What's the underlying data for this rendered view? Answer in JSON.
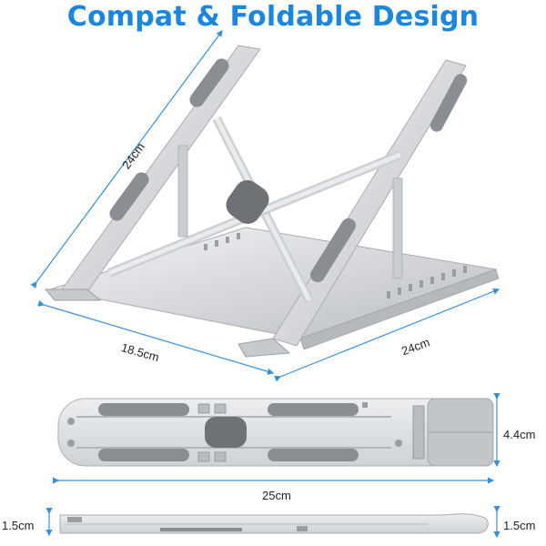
{
  "title": "Compat & Foldable Design",
  "dimensions": {
    "stand_left_arm": "24cm",
    "stand_base_depth": "18.5cm",
    "stand_right_arm": "24cm",
    "folded_height": "4.4cm",
    "folded_length": "25cm",
    "side_thickness_left": "1.5cm",
    "side_thickness_right": "1.5cm"
  },
  "colors": {
    "title": "#1a86e0",
    "dimension_line": "#3a8fd6",
    "aluminum": "#d9dbde",
    "pad": "#8a8d91"
  }
}
